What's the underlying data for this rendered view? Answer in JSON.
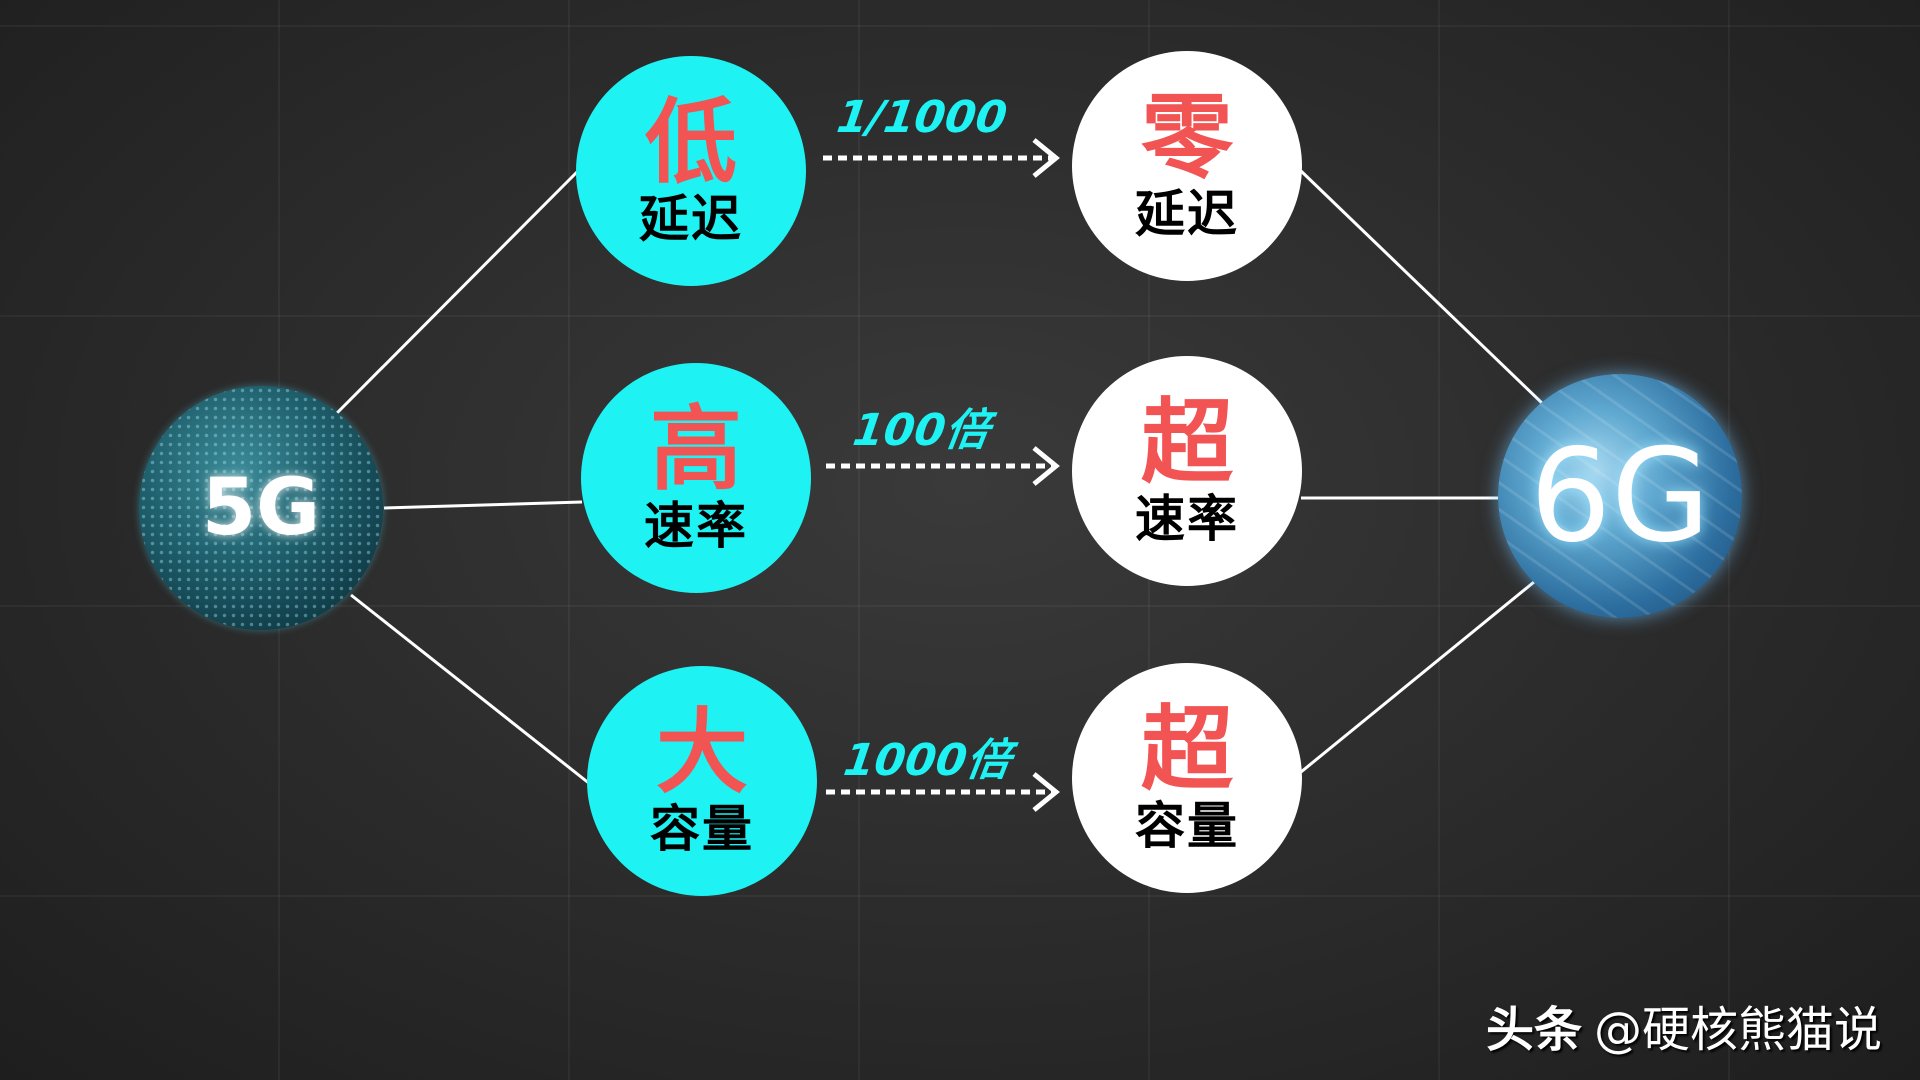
{
  "colors": {
    "background": "#2a2a2a",
    "cyan": "#1ef2f2",
    "red": "#f25353",
    "white": "#ffffff",
    "text_dark": "#000000"
  },
  "source": {
    "label": "5G",
    "icon": "globe-network-icon"
  },
  "target": {
    "label": "6G",
    "icon": "ice-globe-icon"
  },
  "rows": [
    {
      "from": {
        "big": "低",
        "small": "延迟"
      },
      "multiplier": "1/1000",
      "to": {
        "big": "零",
        "small": "延迟"
      }
    },
    {
      "from": {
        "big": "高",
        "small": "速率"
      },
      "multiplier": "100倍",
      "to": {
        "big": "超",
        "small": "速率"
      }
    },
    {
      "from": {
        "big": "大",
        "small": "容量"
      },
      "multiplier": "1000倍",
      "to": {
        "big": "超",
        "small": "容量"
      }
    }
  ],
  "watermark": {
    "platform": "头条",
    "handle": "@硬核熊猫说"
  }
}
